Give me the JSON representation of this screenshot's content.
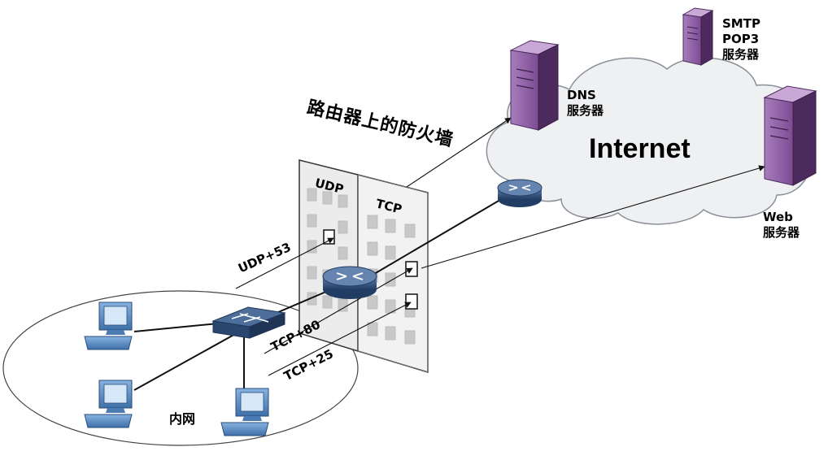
{
  "firewall_title": "路由器上的防火墙",
  "cloud_label": "Internet",
  "lan_label": "内网",
  "servers": {
    "smtp": {
      "line1": "SMTP",
      "line2": "POP3",
      "line3": "服务器"
    },
    "dns": {
      "line1": "DNS",
      "line2": "服务器"
    },
    "web": {
      "line1": "Web",
      "line2": "服务器"
    }
  },
  "firewall": {
    "udp_header": "UDP",
    "tcp_header": "TCP"
  },
  "ports": {
    "udp53": "UDP+53",
    "tcp80": "TCP+80",
    "tcp25": "TCP+25"
  },
  "colors": {
    "server_purple": "#8a5a9e",
    "server_dark": "#4c2a5e",
    "router_blue": "#2e4f7a",
    "cloud_fill": "#eef0f3",
    "pc_blue": "#5b8fc7",
    "pc_screen": "#cfe2f5"
  }
}
